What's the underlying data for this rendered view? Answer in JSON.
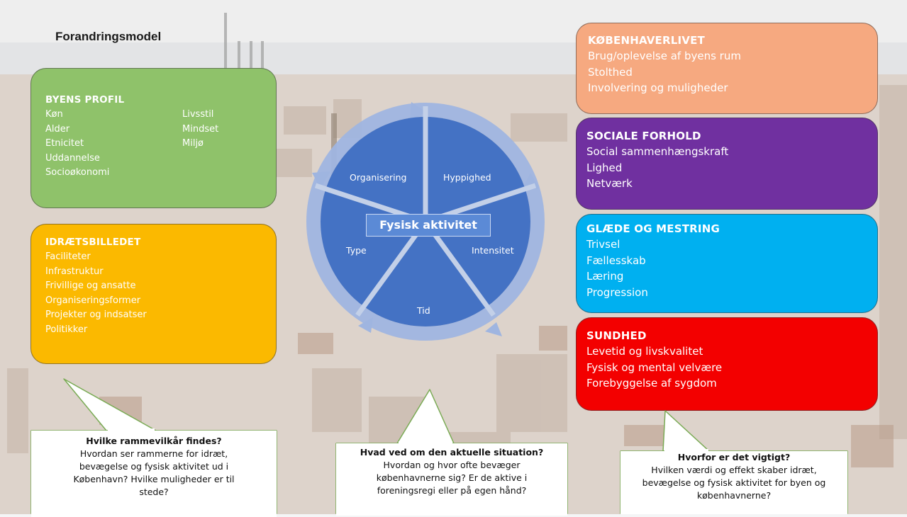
{
  "title": "Forandringsmodel",
  "left_boxes": {
    "profil": {
      "heading": "BYENS PROFIL",
      "col1": [
        "Køn",
        "Alder",
        "Etnicitet",
        "Uddannelse",
        "Socioøkonomi"
      ],
      "col2": [
        "Livsstil",
        "Mindset",
        "Miljø"
      ]
    },
    "idraet": {
      "heading": "IDRÆTSBILLEDET",
      "items": [
        "Faciliteter",
        "Infrastruktur",
        "Frivillige og ansatte",
        "Organiseringsformer",
        "Projekter og indsatser",
        "Politikker"
      ]
    }
  },
  "right_boxes": {
    "kbh": {
      "heading": "KØBENHAVERLIVET",
      "items": [
        "Brug/oplevelse af byens rum",
        "Stolthed",
        "Involvering og muligheder"
      ]
    },
    "social": {
      "heading": "SOCIALE FORHOLD",
      "items": [
        "Social sammenhængskraft",
        "Lighed",
        "Netværk"
      ]
    },
    "glaede": {
      "heading": "GLÆDE OG MESTRING",
      "items": [
        "Trivsel",
        "Fællesskab",
        "Læring",
        "Progression"
      ]
    },
    "sund": {
      "heading": "SUNDHED",
      "items": [
        "Levetid og livskvalitet",
        "Fysisk og mental velvære",
        "Forebyggelse af sygdom"
      ]
    }
  },
  "cycle": {
    "center": "Fysisk aktivitet",
    "segments": [
      "Hyppighed",
      "Intensitet",
      "Tid",
      "Type",
      "Organisering"
    ]
  },
  "callouts": {
    "b1": {
      "question": "Hvilke rammevilkår findes?",
      "lines": [
        "Hvordan ser rammerne for idræt,",
        "bevægelse og fysisk aktivitet ud i",
        "København? Hvilke muligheder er til",
        "stede?"
      ]
    },
    "b2": {
      "question": "Hvad ved om den aktuelle situation?",
      "lines": [
        "Hvordan og hvor ofte bevæger",
        "københavnerne sig? Er de aktive i",
        "foreningsregi eller på egen hånd?"
      ]
    },
    "b3": {
      "question": "Hvorfor er det vigtigt?",
      "lines": [
        "Hvilken værdi og effekt skaber idræt,",
        "bevægelse og fysisk aktivitet for byen og",
        "københavnerne?"
      ]
    }
  },
  "colors": {
    "profil": "#8fc26a",
    "idraet": "#fbb900",
    "kbh": "#f6a980",
    "social": "#7030a0",
    "glaede": "#00b0f0",
    "sund": "#f30000",
    "cycle_segment": "#4472c4",
    "cycle_ring": "#9fb5e0",
    "callout_border": "#7aab55"
  }
}
